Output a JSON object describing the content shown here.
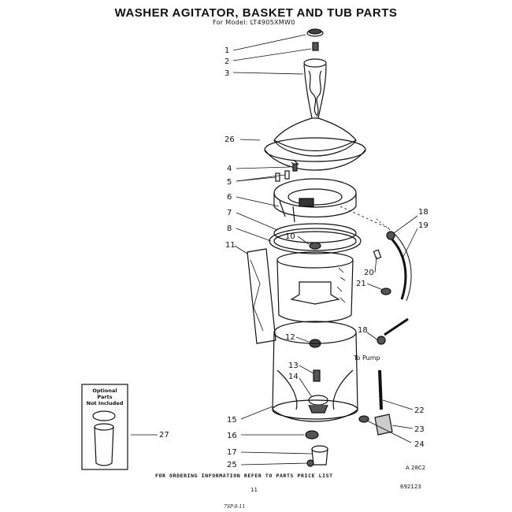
{
  "title": "WASHER AGITATOR, BASKET AND TUB  PARTS",
  "model": "For Model: LT4905XMW0",
  "footer": "FOR ORDERING INFORMATION REFER TO PARTS PRICE LIST",
  "page_mark": "11",
  "ref_code": "A 28C2",
  "part_number": "692123",
  "signature": "7SP-0-11",
  "optional_box": {
    "line1": "Optional Parts",
    "line2": "Not Included",
    "callout": "27"
  },
  "pump_note": "To Pump",
  "callouts": [
    "1",
    "2",
    "3",
    "26",
    "4",
    "5",
    "6",
    "7",
    "8",
    "10",
    "11",
    "12",
    "13",
    "14",
    "15",
    "16",
    "17",
    "25",
    "18",
    "19",
    "20",
    "21",
    "18",
    "22",
    "23",
    "24"
  ]
}
